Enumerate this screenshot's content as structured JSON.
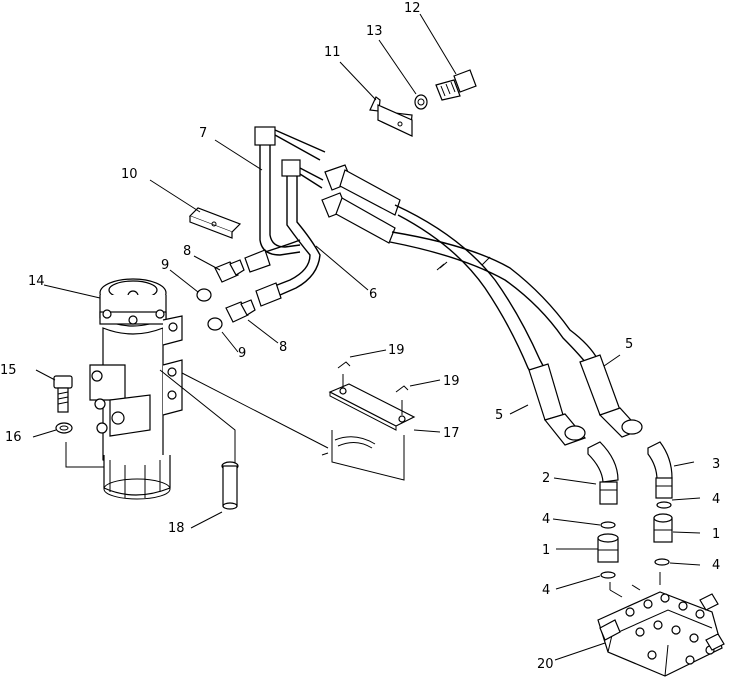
{
  "callouts": {
    "c1a": "1",
    "c1b": "1",
    "c2": "2",
    "c3": "3",
    "c4a": "4",
    "c4b": "4",
    "c4c": "4",
    "c4d": "4",
    "c5a": "5",
    "c5b": "5",
    "c6": "6",
    "c7": "7",
    "c8a": "8",
    "c8b": "8",
    "c9a": "9",
    "c9b": "9",
    "c10": "10",
    "c11": "11",
    "c12": "12",
    "c13": "13",
    "c14": "14",
    "c15": "15",
    "c16": "16",
    "c17": "17",
    "c18": "18",
    "c19a": "19",
    "c19b": "19",
    "c20": "20"
  }
}
